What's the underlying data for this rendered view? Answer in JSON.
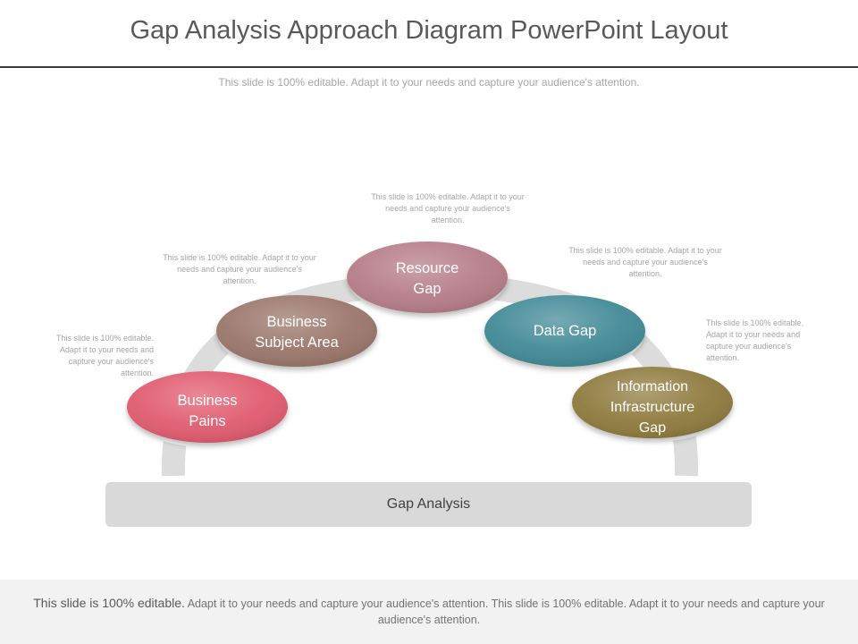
{
  "title": "Gap Analysis Approach Diagram PowerPoint Layout",
  "subtitle": "This slide is 100% editable. Adapt it to your needs and capture your audience's attention.",
  "nodes": [
    {
      "label": "Business\nPains",
      "color": "#e05a6e"
    },
    {
      "label": "Business\nSubject Area",
      "color": "#9a756b"
    },
    {
      "label": "Resource\nGap",
      "color": "#b57c88"
    },
    {
      "label": "Data Gap",
      "color": "#3f8996"
    },
    {
      "label": "Information\nInfrastructure\nGap",
      "color": "#8e7a3c"
    }
  ],
  "notes": [
    "This slide is 100% editable. Adapt it to your needs and capture your audience's attention.",
    "This slide is 100% editable. Adapt it to your needs and capture your audience's attention.",
    "This slide is 100% editable. Adapt it to your needs and capture your audience's attention.",
    "This slide is 100% editable. Adapt it to your needs and capture your audience's attention.",
    "This slide is 100% editable. Adapt it to your needs and capture your audience's attention."
  ],
  "base_label": "Gap Analysis",
  "footer": {
    "lead": "This slide is 100% editable.",
    "rest": " Adapt it to your needs and capture your audience's attention. This slide is 100% editable. Adapt it to your needs and capture your audience's attention."
  }
}
